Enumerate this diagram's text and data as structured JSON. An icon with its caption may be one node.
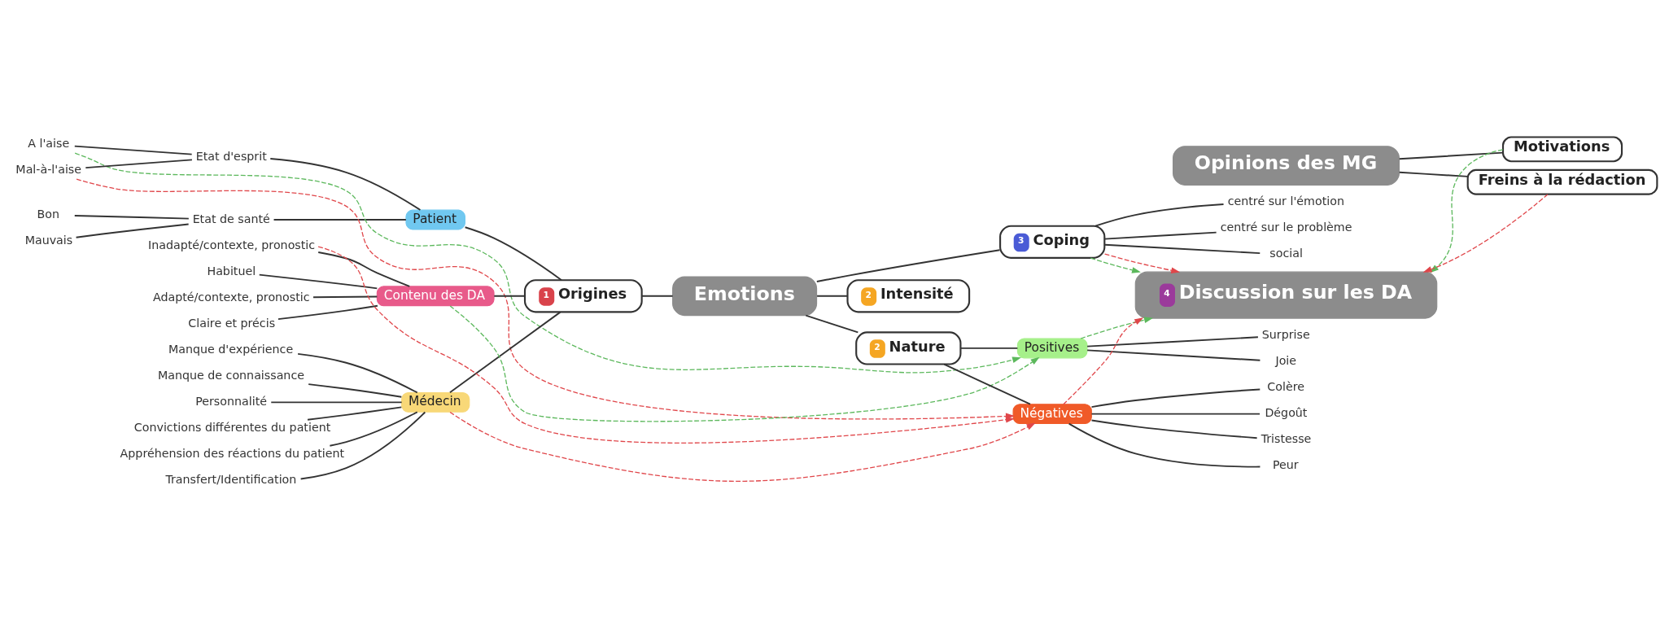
{
  "diagram": {
    "nodes": [
      {
        "text": [
          "Emotions"
        ]
      },
      {
        "text": [
          "1",
          "Origines"
        ]
      },
      {
        "text": [
          "Patient"
        ]
      },
      {
        "text": [
          "Etat de santé"
        ]
      },
      {
        "text": [
          "Bon"
        ]
      },
      {
        "text": [
          "Mauvais"
        ]
      },
      {
        "text": [
          "Etat d'esprit"
        ]
      },
      {
        "text": [
          "A l'aise"
        ]
      },
      {
        "text": [
          "Mal-à-l'aise"
        ]
      },
      {
        "text": [
          "Médecin"
        ]
      },
      {
        "text": [
          "Manque d'expérience"
        ]
      },
      {
        "text": [
          "Manque de connaissance"
        ]
      },
      {
        "text": [
          "Personnalité"
        ]
      },
      {
        "text": [
          "Convictions différentes du patient"
        ]
      },
      {
        "text": [
          "Appréhension des réactions du patient"
        ]
      },
      {
        "text": [
          "Transfert/Identification"
        ]
      },
      {
        "text": [
          "Contenu des DA"
        ]
      },
      {
        "text": [
          "Habituel"
        ]
      },
      {
        "text": [
          "Adapté/contexte, pronostic"
        ]
      },
      {
        "text": [
          "Claire et précis"
        ]
      },
      {
        "text": [
          "Inadapté/contexte, pronostic"
        ]
      },
      {
        "text": [
          "3",
          "Coping"
        ]
      },
      {
        "text": [
          "centré sur l'émotion"
        ]
      },
      {
        "text": [
          "centré sur le problème"
        ]
      },
      {
        "text": [
          "social"
        ]
      },
      {
        "text": [
          "2",
          "Intensité"
        ]
      },
      {
        "text": [
          "2",
          "Nature"
        ]
      },
      {
        "text": [
          "Positives"
        ]
      },
      {
        "text": [
          "Surprise"
        ]
      },
      {
        "text": [
          "Joie"
        ]
      },
      {
        "text": [
          "Négatives"
        ]
      },
      {
        "text": [
          "Colère"
        ]
      },
      {
        "text": [
          "Dégoût"
        ]
      },
      {
        "text": [
          "Tristesse"
        ]
      },
      {
        "text": [
          "Peur"
        ]
      },
      {
        "text": [
          "4",
          "Discussion sur les DA"
        ]
      },
      {
        "text": [
          "Opinions des MG"
        ]
      },
      {
        "text": [
          "Motivations"
        ]
      },
      {
        "text": [
          "Freins à la rédaction"
        ]
      }
    ],
    "edges": [
      {
        "from": 1,
        "to": 0,
        "arrow": "none"
      },
      {
        "from": 2,
        "to": 1,
        "arrow": "none"
      },
      {
        "from": 3,
        "to": 2,
        "arrow": "none"
      },
      {
        "from": 4,
        "to": 3,
        "arrow": "none"
      },
      {
        "from": 5,
        "to": 3,
        "arrow": "none"
      },
      {
        "from": 6,
        "to": 2,
        "arrow": "none"
      },
      {
        "from": 7,
        "to": 6,
        "arrow": "none"
      },
      {
        "from": 8,
        "to": 6,
        "arrow": "none"
      },
      {
        "from": 9,
        "to": 1,
        "arrow": "none"
      },
      {
        "from": 10,
        "to": 9,
        "arrow": "none"
      },
      {
        "from": 11,
        "to": 9,
        "arrow": "none"
      },
      {
        "from": 12,
        "to": 9,
        "arrow": "none"
      },
      {
        "from": 13,
        "to": 9,
        "arrow": "none"
      },
      {
        "from": 14,
        "to": 9,
        "arrow": "none"
      },
      {
        "from": 15,
        "to": 9,
        "arrow": "none"
      },
      {
        "from": 16,
        "to": 1,
        "arrow": "none"
      },
      {
        "from": 17,
        "to": 16,
        "arrow": "none"
      },
      {
        "from": 18,
        "to": 16,
        "arrow": "none"
      },
      {
        "from": 19,
        "to": 16,
        "arrow": "none"
      },
      {
        "from": 20,
        "to": 16,
        "arrow": "none"
      },
      {
        "from": 0,
        "to": 21,
        "arrow": "none"
      },
      {
        "from": 21,
        "to": 22,
        "arrow": "none"
      },
      {
        "from": 21,
        "to": 23,
        "arrow": "none"
      },
      {
        "from": 21,
        "to": 24,
        "arrow": "none"
      },
      {
        "from": 0,
        "to": 25,
        "arrow": "none"
      },
      {
        "from": 0,
        "to": 26,
        "arrow": "none"
      },
      {
        "from": 26,
        "to": 27,
        "arrow": "none"
      },
      {
        "from": 27,
        "to": 28,
        "arrow": "none"
      },
      {
        "from": 27,
        "to": 29,
        "arrow": "none"
      },
      {
        "from": 26,
        "to": 30,
        "arrow": "none"
      },
      {
        "from": 30,
        "to": 31,
        "arrow": "none"
      },
      {
        "from": 30,
        "to": 32,
        "arrow": "none"
      },
      {
        "from": 30,
        "to": 33,
        "arrow": "none"
      },
      {
        "from": 30,
        "to": 34,
        "arrow": "none"
      },
      {
        "from": 36,
        "to": 37,
        "arrow": "none"
      },
      {
        "from": 36,
        "to": 38,
        "arrow": "none"
      },
      {
        "from": 7,
        "to": 27,
        "arrow": "to",
        "style": "dashed",
        "color": "#5cb85c"
      },
      {
        "from": 8,
        "to": 30,
        "arrow": "to",
        "style": "dashed",
        "color": "#e0464a"
      },
      {
        "from": 9,
        "to": 30,
        "arrow": "to",
        "style": "dashed",
        "color": "#e0464a"
      },
      {
        "from": 16,
        "to": 27,
        "arrow": "to",
        "style": "dashed",
        "color": "#5cb85c"
      },
      {
        "from": 20,
        "to": 30,
        "arrow": "to",
        "style": "dashed",
        "color": "#e0464a"
      },
      {
        "from": 21,
        "to": 35,
        "arrow": "to",
        "style": "dashed",
        "color": "#5cb85c"
      },
      {
        "from": 21,
        "to": 35,
        "arrow": "to",
        "style": "dashed",
        "color": "#e0464a"
      },
      {
        "from": 27,
        "to": 35,
        "arrow": "to",
        "style": "dashed",
        "color": "#5cb85c"
      },
      {
        "from": 30,
        "to": 35,
        "arrow": "to",
        "style": "dashed",
        "color": "#e0464a"
      },
      {
        "from": 37,
        "to": 35,
        "arrow": "to",
        "style": "dashed",
        "color": "#5cb85c"
      },
      {
        "from": 38,
        "to": 35,
        "arrow": "to",
        "style": "dashed",
        "color": "#e0464a"
      }
    ]
  }
}
